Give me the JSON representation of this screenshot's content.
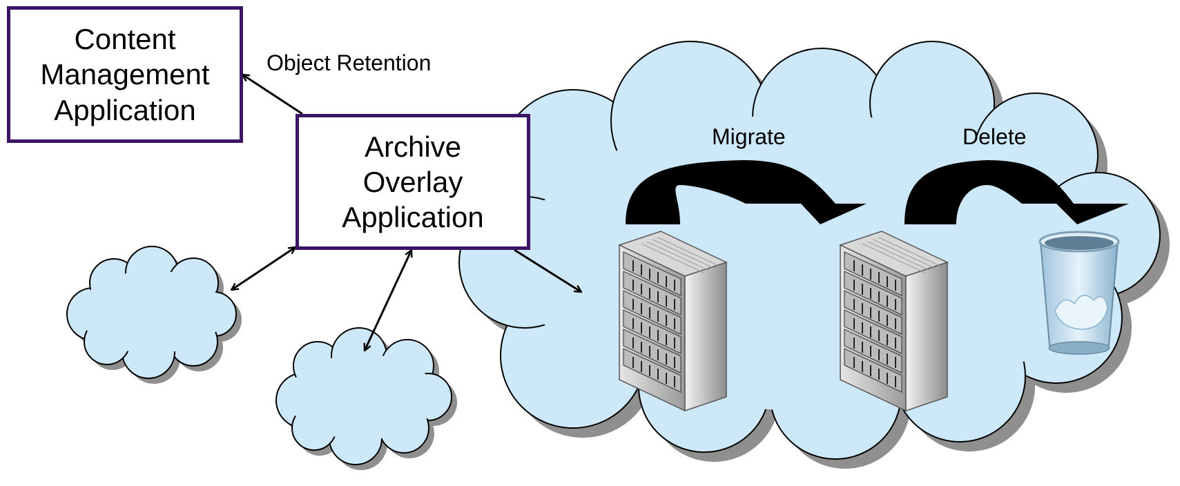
{
  "boxes": {
    "cma": {
      "lines": [
        "Content",
        "Management",
        "Application"
      ]
    },
    "aoa": {
      "lines": [
        "Archive",
        "Overlay",
        "Application"
      ]
    }
  },
  "labels": {
    "object_retention": "Object Retention",
    "migrate": "Migrate",
    "delete": "Delete"
  },
  "colors": {
    "box_border": "#3b1466",
    "cloud_fill": "#cde8f8",
    "cloud_shadow": "#8f8f8f",
    "arrow": "#000000"
  },
  "icons": [
    "cloud-icon",
    "server-rack-icon",
    "trash-can-icon",
    "curved-arrow-icon"
  ]
}
